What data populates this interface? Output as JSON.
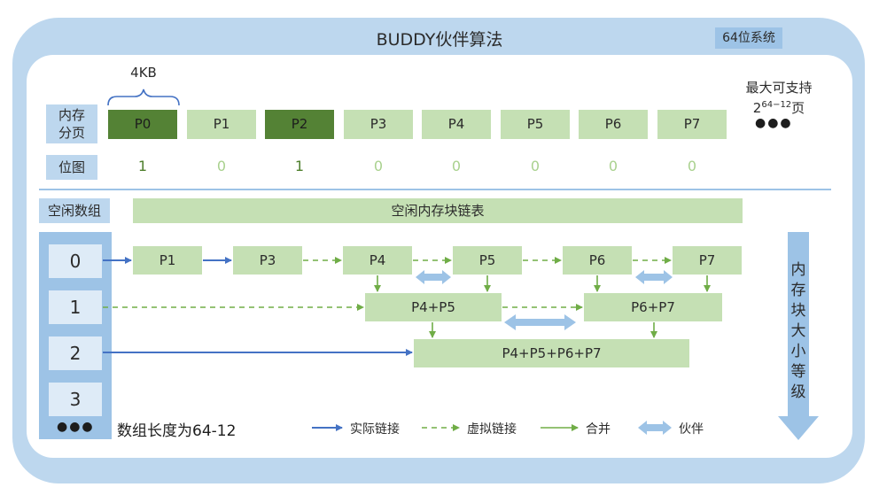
{
  "title": "BUDDY伙伴算法",
  "system_badge": "64位系统",
  "page_size_label": "4KB",
  "row_labels": {
    "pages_line1": "内存",
    "pages_line2": "分页",
    "bitmap": "位图"
  },
  "pages": [
    {
      "label": "P0",
      "allocated": true
    },
    {
      "label": "P1",
      "allocated": false
    },
    {
      "label": "P2",
      "allocated": true
    },
    {
      "label": "P3",
      "allocated": false
    },
    {
      "label": "P4",
      "allocated": false
    },
    {
      "label": "P5",
      "allocated": false
    },
    {
      "label": "P6",
      "allocated": false
    },
    {
      "label": "P7",
      "allocated": false
    }
  ],
  "bitmap": [
    "1",
    "0",
    "1",
    "0",
    "0",
    "0",
    "0",
    "0"
  ],
  "max_support": {
    "line1": "最大可支持",
    "base": "2",
    "exponent": "64−12",
    "unit": "页"
  },
  "ellipsis": "●●●",
  "free_array_label": "空闲数组",
  "free_list_label": "空闲内存块链表",
  "array_indices": [
    "0",
    "1",
    "2",
    "3"
  ],
  "array_length_note": "数组长度为64-12",
  "level0_blocks": [
    "P1",
    "P3",
    "P4",
    "P5",
    "P6",
    "P7"
  ],
  "level1_blocks": [
    "P4+P5",
    "P6+P7"
  ],
  "level2_blocks": [
    "P4+P5+P6+P7"
  ],
  "size_axis_label": [
    "内",
    "存",
    "块",
    "大",
    "小",
    "等",
    "级"
  ],
  "legend": {
    "actual_link": "实际链接",
    "virtual_link": "虚拟链接",
    "merge": "合并",
    "buddy": "伙伴"
  },
  "colors": {
    "frame": "#bdd7ee",
    "allocated_page": "#548235",
    "free_block": "#c5e0b4",
    "actual_link": "#4472c4",
    "virtual_link": "#70ad47",
    "buddy_arrow": "#9dc3e6"
  }
}
